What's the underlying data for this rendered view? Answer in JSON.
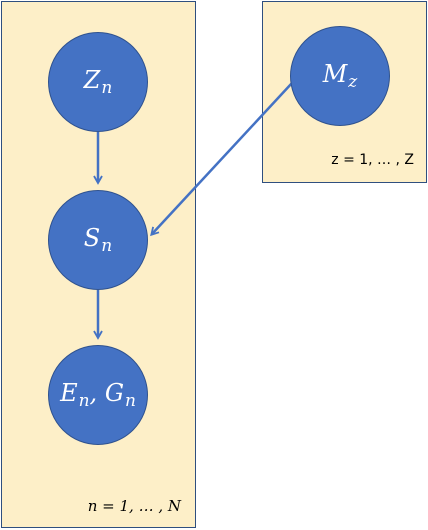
{
  "plates": {
    "outer": {
      "label": "n = 1, … , N"
    },
    "right": {
      "label": "z = 1, … , Z"
    }
  },
  "nodes": {
    "z": {
      "base": "Z",
      "sub": "n"
    },
    "s": {
      "base": "S",
      "sub": "n"
    },
    "eg": {
      "base1": "E",
      "sub1": "n",
      "sep": ", ",
      "base2": "G",
      "sub2": "n"
    },
    "m": {
      "base": "M",
      "sub": "z"
    }
  },
  "colors": {
    "node_fill": "#4472c4",
    "node_border": "#2f528f",
    "edge": "#4472c4",
    "plate_fill": "#fdefc8",
    "plate_border": "#2f4f7f"
  }
}
